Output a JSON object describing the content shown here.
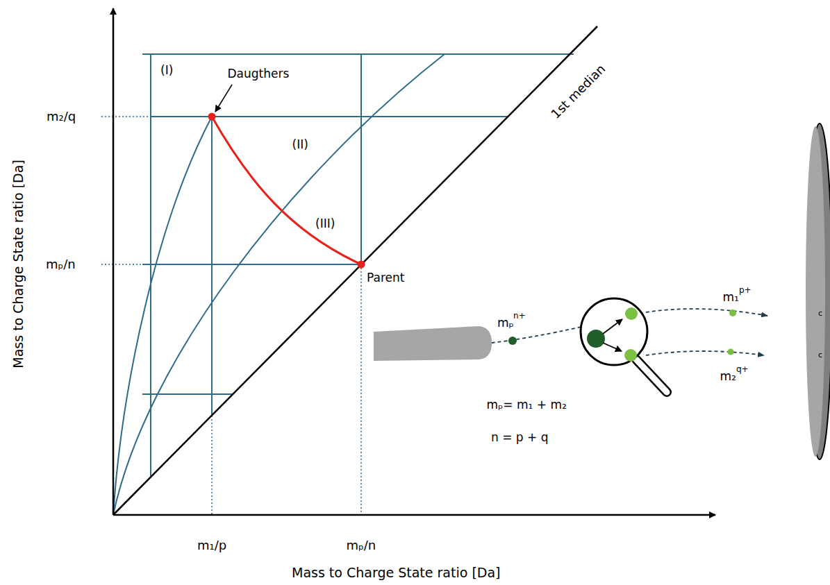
{
  "diagram": {
    "labels": [
      "(I)",
      "Daugthers",
      "m₂/q",
      "(II)",
      "(III)",
      "mₚ/n",
      "Parent",
      "1st median",
      "Mass to Charge State ratio [Da]",
      "m₁/p",
      "mₚ/n",
      "Mass to Charge State ratio [Da]",
      "mₚ",
      "n+",
      "m₁",
      "p+",
      "m₂",
      "q+",
      "mₚ= m₁ + m₂",
      "n = p + q",
      "c",
      "c"
    ]
  }
}
